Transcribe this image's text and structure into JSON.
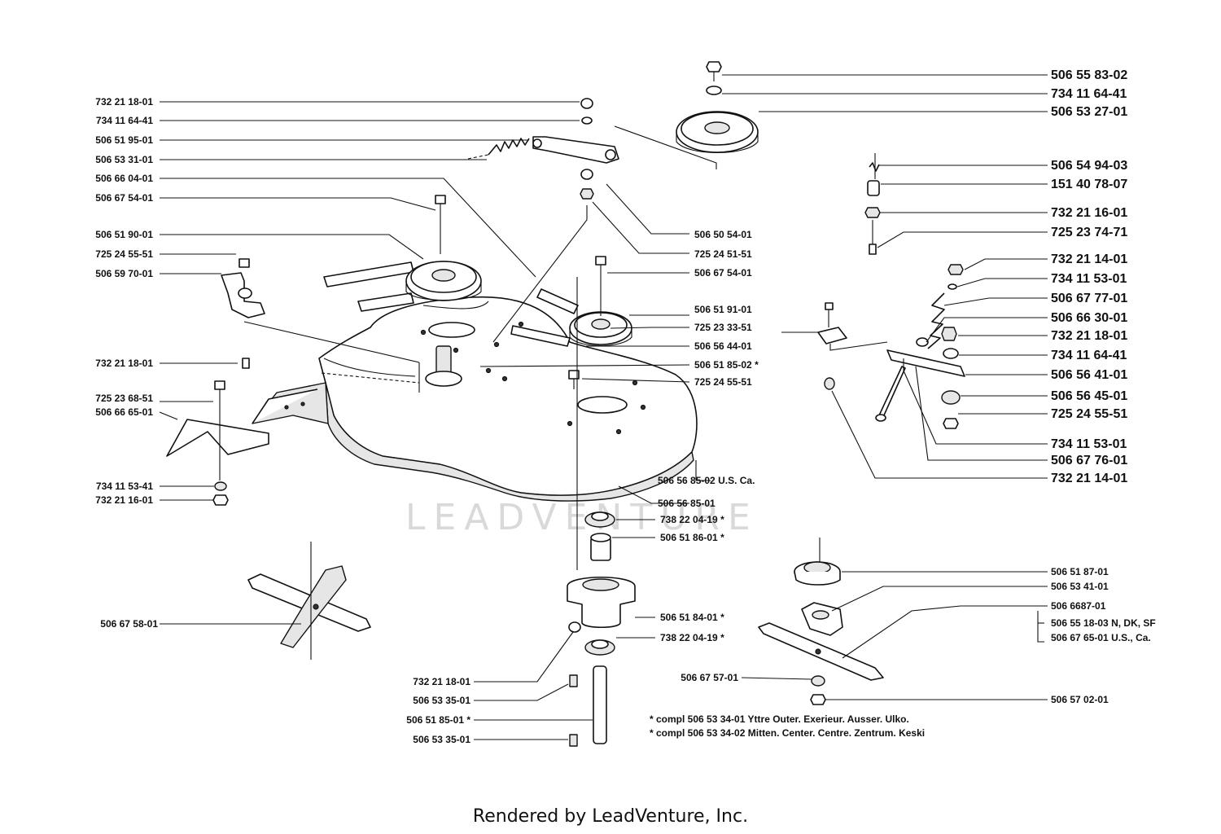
{
  "watermark": "LEADVENTURE",
  "credit": "Rendered by LeadVenture, Inc.",
  "labels": {
    "l1": "732 21 18-01",
    "l2": "734 11 64-41",
    "l3": "506 51 95-01",
    "l4": "506 53 31-01",
    "l5": "506 66 04-01",
    "l6": "506 67 54-01",
    "l7": "506 51 90-01",
    "l8": "725 24 55-51",
    "l9": "506 59 70-01",
    "l10": "732 21 18-01",
    "l11": "725 23 68-51",
    "l12": "506 66 65-01",
    "l13": "734 11 53-41",
    "l14": "732 21 16-01",
    "l15": "506 67 58-01",
    "c1": "506 50 54-01",
    "c2": "725 24 51-51",
    "c3": "506 67 54-01",
    "c4": "506 51 91-01",
    "c5": "725 23 33-51",
    "c6": "506 56 44-01",
    "c7": "506 51 85-02 *",
    "c8": "725 24 55-51",
    "c9": "506 56 85-02 U.S. Ca.",
    "c10": "506 56 85-01",
    "c11": "738 22 04-19 *",
    "c12": "506 51 86-01 *",
    "c13": "506 51 84-01 *",
    "c14": "738 22 04-19 *",
    "b1": "732 21 18-01",
    "b2": "506 53 35-01",
    "b3": "506 51 85-01 *",
    "b4": "506 53 35-01",
    "r1": "506 55 83-02",
    "r2": "734 11 64-41",
    "r3": "506 53 27-01",
    "r4": "506 54 94-03",
    "r5": "151 40 78-07",
    "r6": "732 21 16-01",
    "r7": "725 23 74-71",
    "r8": "732 21 14-01",
    "r9": "734 11 53-01",
    "r10": "506 67 77-01",
    "r11": "506 66 30-01",
    "r12": "732 21 18-01",
    "r13": "734 11 64-41",
    "r14": "506 56 41-01",
    "r15": "506 56 45-01",
    "r16": "725 24 55-51",
    "r17": "734 11 53-01",
    "r18": "506 67 76-01",
    "r19": "732 21 14-01",
    "s1": "506 51 87-01",
    "s2": "506 53 41-01",
    "s3": "506 6687-01",
    "s4": "506 55 18-03 N, DK, SF",
    "s5": "506 67 65-01 U.S., Ca.",
    "s6": "506 67 57-01",
    "s7": "506 57 02-01"
  },
  "notes": {
    "n1": "*  compl 506 53 34-01 Yttre  Outer. Exerieur. Ausser. Ulko.",
    "n2": "*  compl 506 53 34-02 Mitten. Center. Centre. Zentrum. Keski"
  }
}
